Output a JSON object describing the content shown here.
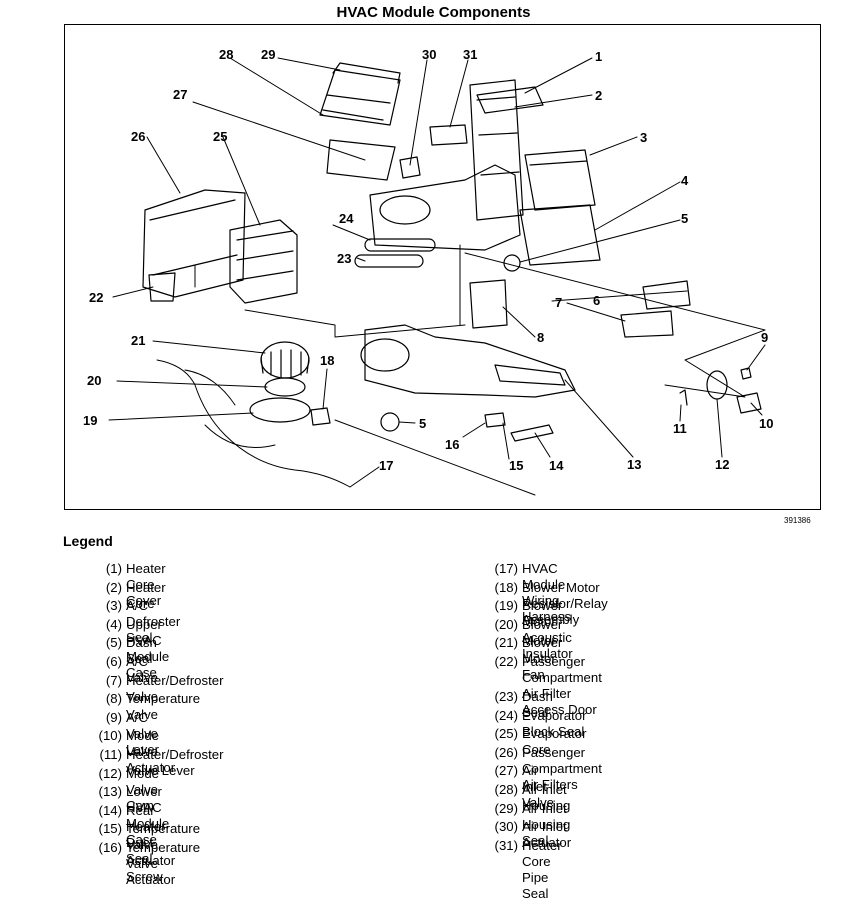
{
  "title": "HVAC Module Components",
  "figure_id": "391386",
  "callouts": [
    "1",
    "2",
    "3",
    "4",
    "5",
    "5",
    "6",
    "7",
    "8",
    "9",
    "10",
    "11",
    "12",
    "13",
    "14",
    "15",
    "16",
    "17",
    "18",
    "19",
    "20",
    "21",
    "22",
    "23",
    "24",
    "25",
    "26",
    "27",
    "28",
    "29",
    "30",
    "31"
  ],
  "legend": {
    "heading": "Legend",
    "items": [
      {
        "num": "(1)",
        "text": "Heater Core Cover"
      },
      {
        "num": "(2)",
        "text": "Heater Core"
      },
      {
        "num": "(3)",
        "text": "A/C Defroster Seal"
      },
      {
        "num": "(4)",
        "text": "Upper HVAC Module Case"
      },
      {
        "num": "(5)",
        "text": "Dash Seal"
      },
      {
        "num": "(6)",
        "text": "A/C Valve"
      },
      {
        "num": "(7)",
        "text": "Heater/Defroster Valve"
      },
      {
        "num": "(8)",
        "text": "Temperature Valve"
      },
      {
        "num": "(9)",
        "text": "A/C Valve Lever"
      },
      {
        "num": "(10)",
        "text": "Mode Valve Actuator"
      },
      {
        "num": "(11)",
        "text": "Heater/Defroster Valve Lever"
      },
      {
        "num": "(12)",
        "text": "Mode Valve Cam"
      },
      {
        "num": "(13)",
        "text": "Lower HVAC Module Case"
      },
      {
        "num": "(14)",
        "text": "Rear Heater Duct Seal"
      },
      {
        "num": "(15)",
        "text": "Temperature Valve Actuator Screw"
      },
      {
        "num": "(16)",
        "text": "Temperature Valve Actuator"
      },
      {
        "num": "(17)",
        "text": "HVAC Module Wiring Harness"
      },
      {
        "num": "(18)",
        "text": "Blower Motor Resistor/Relay Assembly"
      },
      {
        "num": "(19)",
        "text": "Blower Motor Acoustic Insulator"
      },
      {
        "num": "(20)",
        "text": "Blower Motor"
      },
      {
        "num": "(21)",
        "text": "Blower Motor Fan"
      },
      {
        "num": "(22)",
        "text": "Passenger Compartment Air Filter\nAccess Door"
      },
      {
        "num": "(23)",
        "text": "Dash Seal"
      },
      {
        "num": "(24)",
        "text": "Evaporator Block Seal"
      },
      {
        "num": "(25)",
        "text": "Evaporator Core"
      },
      {
        "num": "(26)",
        "text": "Passenger Compartment Air Filters"
      },
      {
        "num": "(27)",
        "text": "Air Inlet Valve"
      },
      {
        "num": "(28)",
        "text": "Air Inlet Housing"
      },
      {
        "num": "(29)",
        "text": "Air Inlet Housing Seal"
      },
      {
        "num": "(30)",
        "text": "Air Inlet Actuator"
      },
      {
        "num": "(31)",
        "text": "Heater Core Pipe Seal"
      }
    ]
  }
}
